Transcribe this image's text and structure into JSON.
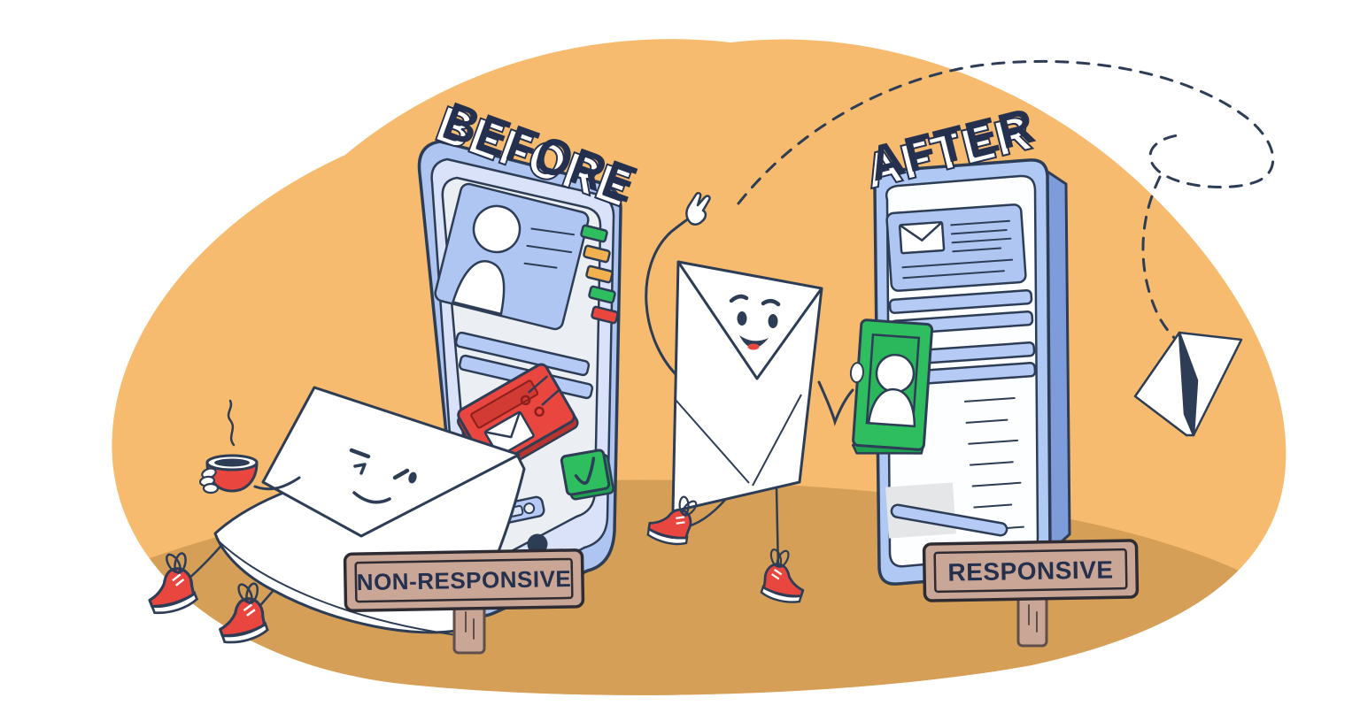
{
  "illustration": {
    "description": "Before and after comparison of responsive email design",
    "labels": {
      "before": "BEFORE",
      "after": "AFTER"
    },
    "signs": {
      "left": "NON-RESPONSIVE",
      "right": "RESPONSIVE"
    },
    "colors": {
      "blob": "#F6BB6E",
      "ground": "#D59F58",
      "outline": "#2E3D56",
      "text_navy": "#24304E",
      "phone_frame": "#AFC8F4",
      "phone_side": "#7E9CD9",
      "bezel_left": "#D9E2F9",
      "screen_left": "#EBEFF3",
      "screen_right": "#FDFEFF",
      "panel_blue": "#AFC6F2",
      "bar_blue": "#B5CAF5",
      "green": "#2EBE5F",
      "green_dark": "#1FA050",
      "orange_bar": "#F2B14E",
      "red": "#E8463F",
      "red_dark": "#C4332E",
      "sign_bg": "#C9A696",
      "sign_border": "#2F2B33",
      "white": "#FFFFFF",
      "gray_placeholder": "#E5E6E8"
    },
    "icons": [
      "sad-envelope-character",
      "happy-envelope-character",
      "coffee-cup-icon",
      "paper-plane-icon",
      "avatar-icon",
      "envelope-icon",
      "check-icon",
      "sneaker-icon",
      "dashed-flight-path"
    ]
  }
}
